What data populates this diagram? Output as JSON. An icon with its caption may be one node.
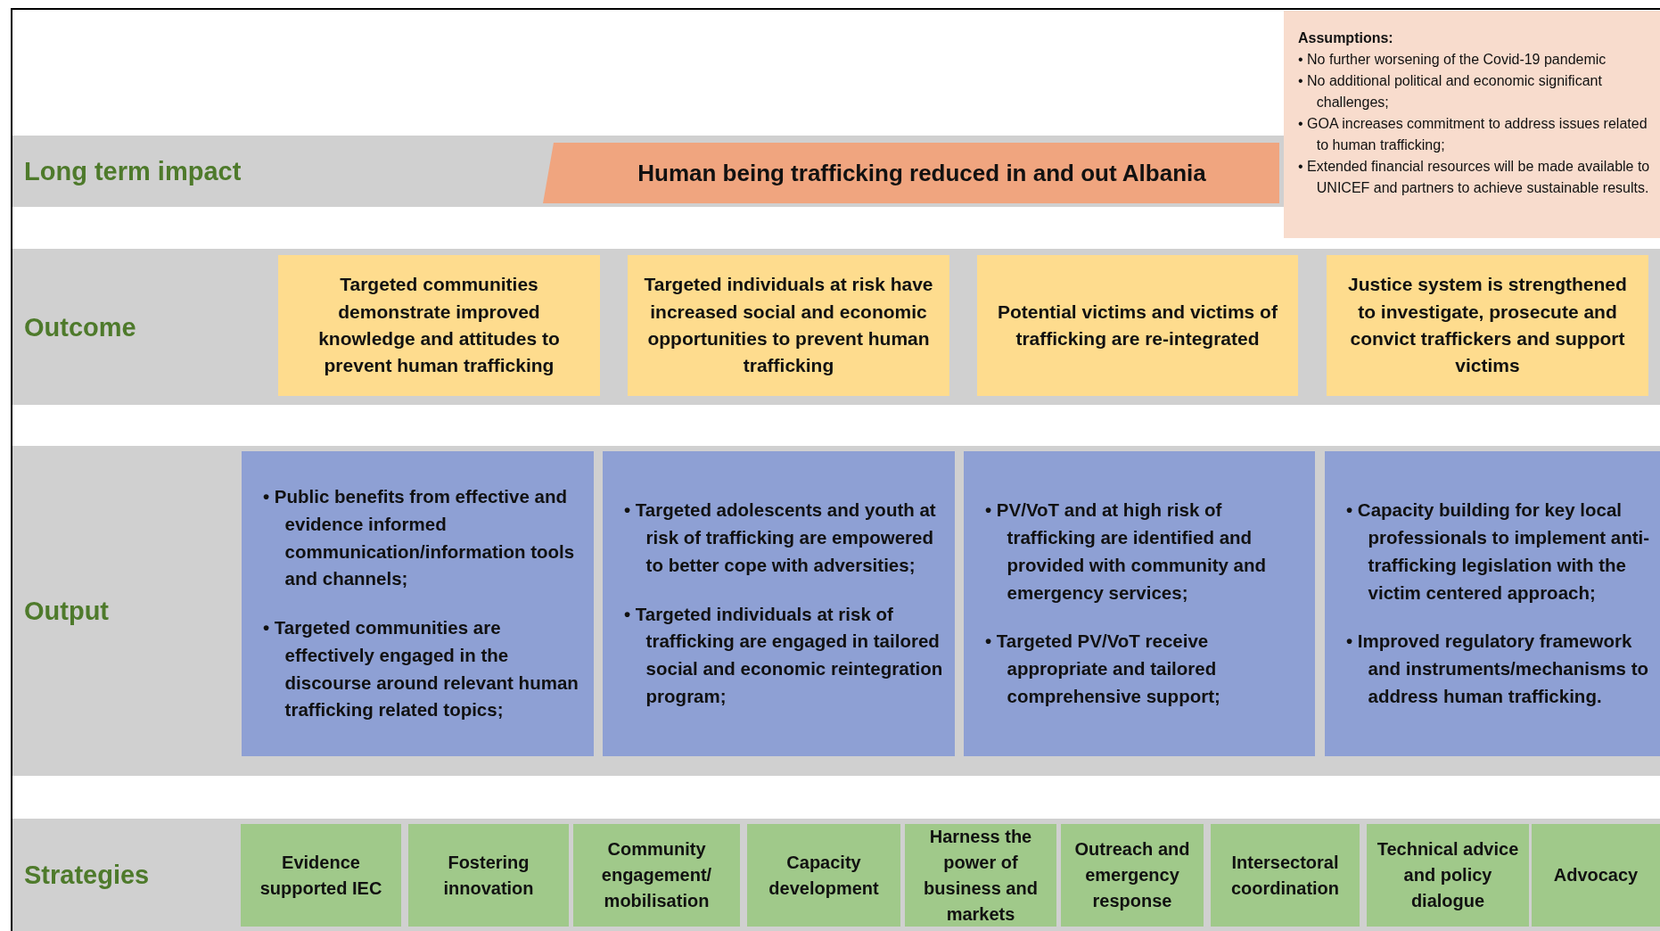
{
  "diagram": {
    "nodes": [
      {
        "text": [
          "Assumptions:",
          "• No further worsening of the Covid-19 pandemic",
          "• No additional political and economic significant challenges;",
          "• GOA increases commitment to address issues related to human trafficking;",
          "• Extended financial resources will be made available to UNICEF and partners to achieve sustainable results."
        ]
      },
      {
        "text": [
          "Long term impact"
        ]
      },
      {
        "text": [
          "Human being trafficking reduced in and out Albania"
        ],
        "in": 1
      },
      {
        "text": [
          "Outcome"
        ]
      },
      {
        "text": [
          "Targeted communities demonstrate improved knowledge and attitudes to prevent human trafficking"
        ],
        "in": 3
      },
      {
        "text": [
          "Targeted individuals at risk have increased social and economic opportunities to prevent human trafficking"
        ],
        "in": 3
      },
      {
        "text": [
          "Potential victims and victims of trafficking are re-integrated"
        ],
        "in": 3
      },
      {
        "text": [
          "Justice system is strengthened to investigate, prosecute and convict traffickers and support victims"
        ],
        "in": 3
      },
      {
        "text": [
          "Output"
        ]
      },
      {
        "text": [
          "• Public benefits from effective and evidence informed communication/information tools and channels;",
          "• Targeted communities are effectively  engaged in the discourse around relevant human trafficking related topics;"
        ],
        "in": 8
      },
      {
        "text": [
          "• Targeted adolescents and youth at risk of trafficking  are empowered to better cope with adversities;",
          "• Targeted individuals at risk of trafficking are engaged in tailored social and economic reintegration program;"
        ],
        "in": 8
      },
      {
        "text": [
          "• PV/VoT and at high risk of trafficking are identified and provided with community and emergency services;",
          "• Targeted PV/VoT receive appropriate and tailored comprehensive support;"
        ],
        "in": 8
      },
      {
        "text": [
          "• Capacity building for key local professionals to implement anti-trafficking legislation with the victim centered approach;",
          "• Improved regulatory framework and instruments/mechanisms to address human trafficking."
        ],
        "in": 8
      },
      {
        "text": [
          "Strategies"
        ]
      },
      {
        "text": [
          "Evidence supported IEC"
        ],
        "in": 13
      },
      {
        "text": [
          "Fostering innovation"
        ],
        "in": 13
      },
      {
        "text": [
          "Community engagement/ mobilisation"
        ],
        "in": 13
      },
      {
        "text": [
          "Capacity development"
        ],
        "in": 13
      },
      {
        "text": [
          "Harness the power of business and markets"
        ],
        "in": 13
      },
      {
        "text": [
          "Outreach and emergency response"
        ],
        "in": 13
      },
      {
        "text": [
          "Intersectoral coordination"
        ],
        "in": 13
      },
      {
        "text": [
          "Technical advice and policy dialogue"
        ],
        "in": 13
      },
      {
        "text": [
          "Advocacy"
        ],
        "in": 13
      }
    ]
  }
}
